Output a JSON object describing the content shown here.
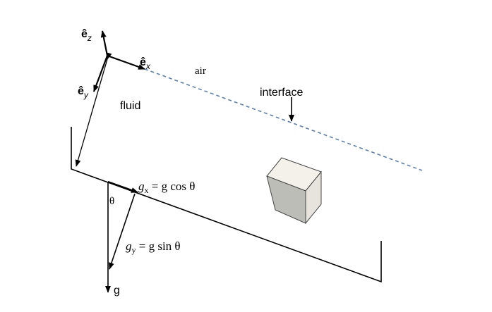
{
  "labels": {
    "ez_hat": "ê",
    "ez_sub": "z",
    "ex_hat": "ê",
    "ex_sub": "x",
    "ey_hat": "ê",
    "ey_sub": "y",
    "air": "air",
    "interface": "interface",
    "fluid": "fluid",
    "gx_g": "g",
    "gx_sub": "x",
    "gx_rhs": " = g cos θ",
    "gy_g": "g",
    "gy_sub": "y",
    "gy_rhs": " = g sin θ",
    "theta": "θ",
    "g": "g"
  },
  "colors": {
    "ink": "#000000",
    "interface_line": "#5b7fb5",
    "cube_top": "#f4f1ea",
    "cube_left": "#bdbdb8",
    "cube_right": "#e6e4dd"
  }
}
